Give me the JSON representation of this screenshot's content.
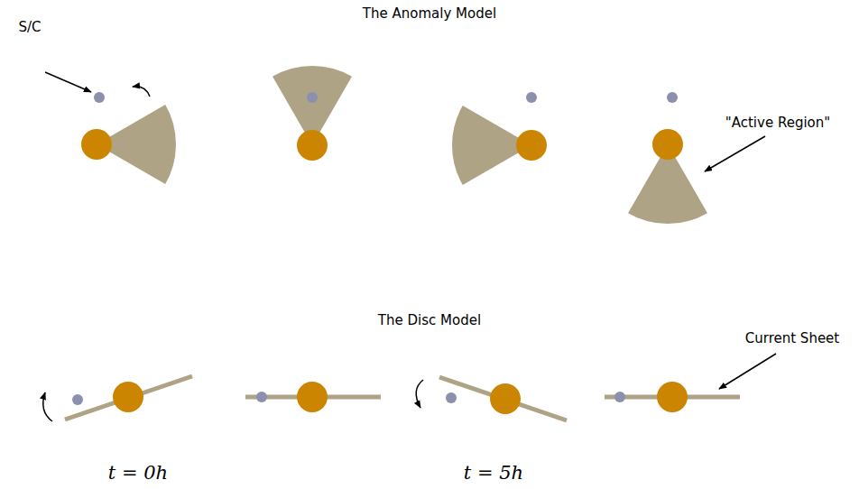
{
  "diagram": {
    "labels": [
      "The Anomaly Model",
      "S/C",
      "\"Active Region\"",
      "The Disc Model",
      "Current Sheet",
      "t = 0h",
      "t = 5h"
    ]
  }
}
